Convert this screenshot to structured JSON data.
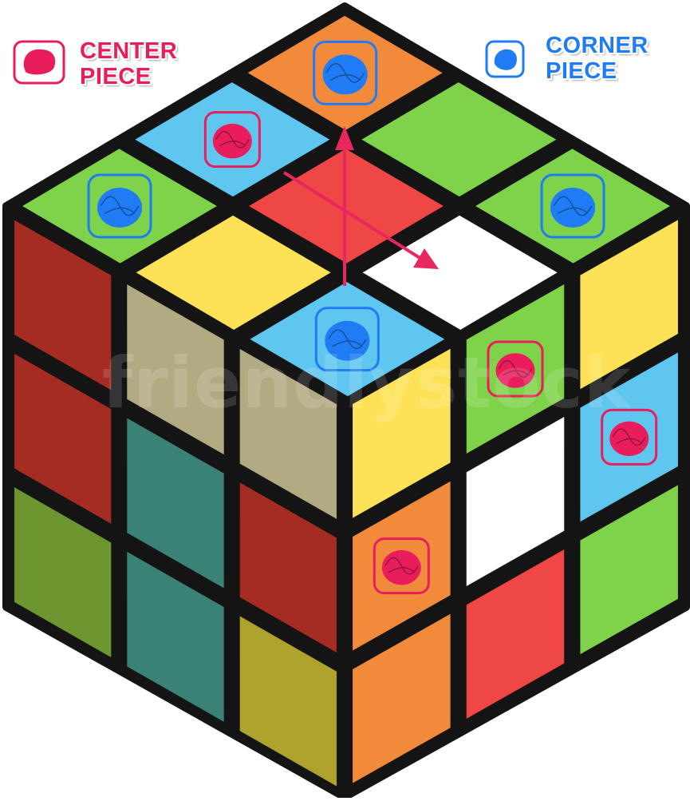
{
  "legend": {
    "center": {
      "line1": "CENTER",
      "line2": "PIECE",
      "color": "#ea1d5c"
    },
    "corner": {
      "line1": "CORNER",
      "line2": "PIECE",
      "color": "#1f7cf5"
    }
  },
  "watermark": "friendlystock",
  "colors": {
    "outline": "#141414",
    "center_mark": "#ea1d5c",
    "corner_mark": "#1f7cf5",
    "arrow": "#e8275d"
  },
  "cube": {
    "top": [
      [
        "#f28a3c",
        "#7fd34a",
        "#7fd34a"
      ],
      [
        "#5fc6ef",
        "#ef4646",
        "#ffffff"
      ],
      [
        "#7fd34a",
        "#fde257",
        "#5fc6ef"
      ]
    ],
    "left": [
      [
        "#a52c22",
        "#b1aa83",
        "#b1aa83"
      ],
      [
        "#a52c22",
        "#3b8276",
        "#a52c22"
      ],
      [
        "#6d9630",
        "#3b8276",
        "#aea42d"
      ]
    ],
    "right": [
      [
        "#fde257",
        "#7fd34a",
        "#fde257"
      ],
      [
        "#f28a3c",
        "#ffffff",
        "#5fc6ef"
      ],
      [
        "#f28a3c",
        "#ef4646",
        "#7fd34a"
      ]
    ]
  },
  "marks": {
    "corner": [
      "top-0-0",
      "top-2-0",
      "top-0-2",
      "top-2-2"
    ],
    "center": [
      "top-1-0",
      "right-0-1",
      "right-1-2",
      "right-1-0"
    ]
  }
}
